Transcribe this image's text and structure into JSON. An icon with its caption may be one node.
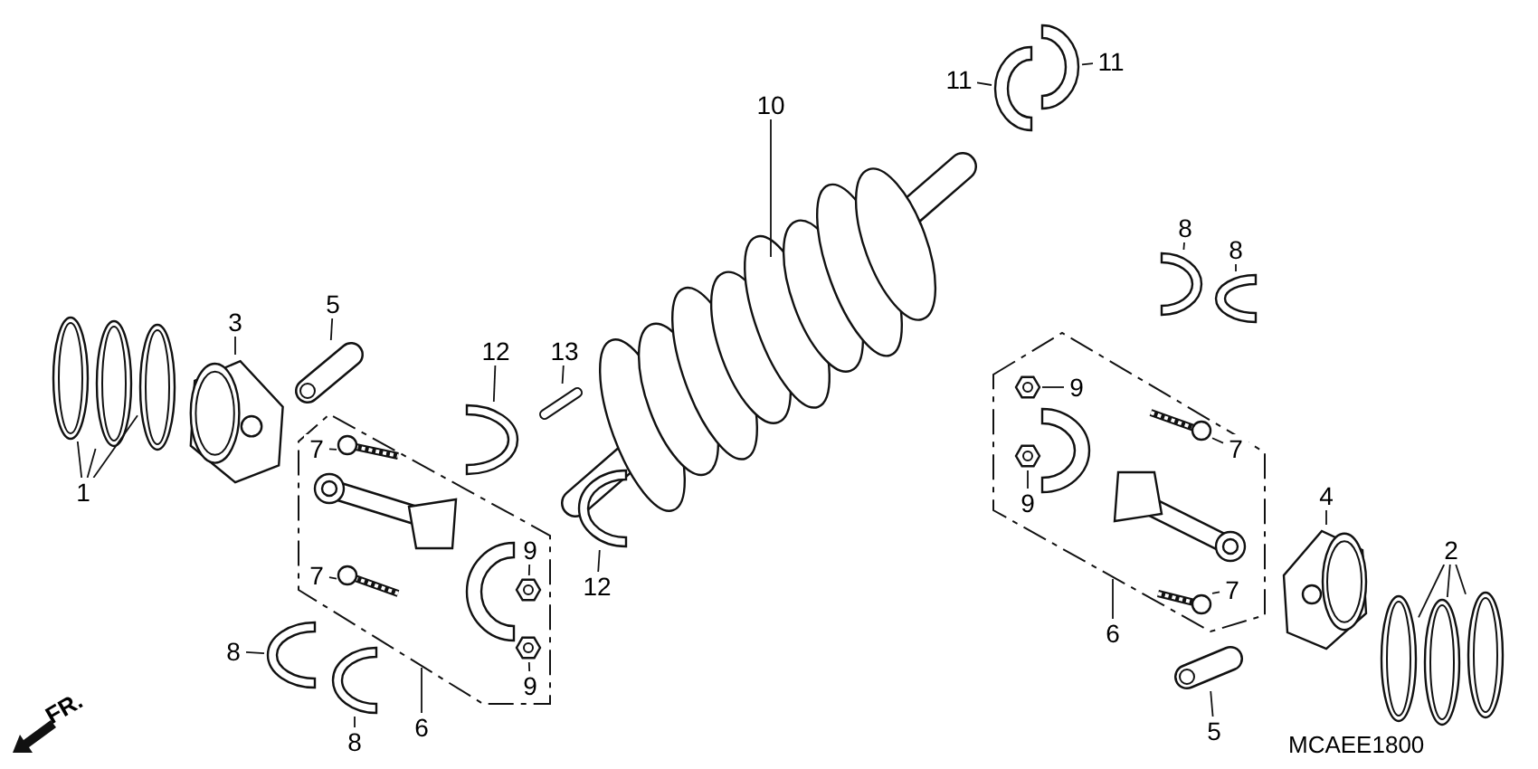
{
  "diagram": {
    "nodes": [
      {
        "text": [
          "1"
        ]
      },
      {
        "text": [],
        "shape": "picture"
      },
      {
        "text": [],
        "shape": "picture"
      },
      {
        "text": [],
        "shape": "picture"
      },
      {
        "text": [
          "3"
        ]
      },
      {
        "text": [],
        "shape": "picture"
      },
      {
        "text": [
          "5"
        ]
      },
      {
        "text": [],
        "shape": "picture"
      },
      {
        "text": [],
        "shape": "box"
      },
      {
        "text": [
          "7"
        ],
        "in": 8
      },
      {
        "text": [],
        "shape": "picture",
        "in": 8
      },
      {
        "text": [],
        "shape": "picture",
        "in": 8
      },
      {
        "text": [
          "7"
        ],
        "in": 8
      },
      {
        "text": [],
        "shape": "picture",
        "in": 8
      },
      {
        "text": [],
        "shape": "picture",
        "in": 8
      },
      {
        "text": [
          "9"
        ],
        "in": 8
      },
      {
        "text": [],
        "shape": "picture",
        "in": 8
      },
      {
        "text": [],
        "shape": "picture",
        "in": 8
      },
      {
        "text": [
          "9"
        ],
        "in": 8
      },
      {
        "text": [
          "6"
        ]
      },
      {
        "text": [
          "8"
        ]
      },
      {
        "text": [],
        "shape": "picture"
      },
      {
        "text": [],
        "shape": "picture"
      },
      {
        "text": [
          "8"
        ]
      },
      {
        "text": [
          "12"
        ]
      },
      {
        "text": [],
        "shape": "picture"
      },
      {
        "text": [
          "13"
        ]
      },
      {
        "text": [],
        "shape": "picture"
      },
      {
        "text": [],
        "shape": "picture"
      },
      {
        "text": [
          "10"
        ]
      },
      {
        "text": [],
        "shape": "picture"
      },
      {
        "text": [
          "12"
        ]
      },
      {
        "text": [
          "11"
        ]
      },
      {
        "text": [],
        "shape": "picture"
      },
      {
        "text": [],
        "shape": "picture"
      },
      {
        "text": [
          "11"
        ]
      },
      {
        "text": [
          "8"
        ]
      },
      {
        "text": [],
        "shape": "picture"
      },
      {
        "text": [
          "8"
        ]
      },
      {
        "text": [],
        "shape": "picture"
      },
      {
        "text": [],
        "shape": "box"
      },
      {
        "text": [],
        "shape": "picture",
        "in": 40
      },
      {
        "text": [
          "9"
        ],
        "in": 40
      },
      {
        "text": [],
        "shape": "picture",
        "in": 40
      },
      {
        "text": [],
        "shape": "picture",
        "in": 40
      },
      {
        "text": [
          "9"
        ],
        "in": 40
      },
      {
        "text": [],
        "shape": "picture",
        "in": 40
      },
      {
        "text": [
          "7"
        ],
        "in": 40
      },
      {
        "text": [],
        "shape": "picture",
        "in": 40
      },
      {
        "text": [],
        "shape": "picture",
        "in": 40
      },
      {
        "text": [
          "7"
        ],
        "in": 40
      },
      {
        "text": [
          "6"
        ]
      },
      {
        "text": [
          "4"
        ]
      },
      {
        "text": [],
        "shape": "picture"
      },
      {
        "text": [],
        "shape": "picture"
      },
      {
        "text": [
          "5"
        ]
      },
      {
        "text": [
          "2"
        ]
      },
      {
        "text": [],
        "shape": "picture"
      },
      {
        "text": [],
        "shape": "picture"
      },
      {
        "text": [],
        "shape": "picture"
      }
    ],
    "edges": [
      {
        "from": 0,
        "to": 1,
        "arrow": "none"
      },
      {
        "from": 0,
        "to": 2,
        "arrow": "none"
      },
      {
        "from": 0,
        "to": 3,
        "arrow": "none"
      },
      {
        "from": 4,
        "to": 5,
        "arrow": "none"
      },
      {
        "from": 6,
        "to": 7,
        "arrow": "none"
      },
      {
        "from": 9,
        "to": 10,
        "arrow": "none"
      },
      {
        "from": 12,
        "to": 13,
        "arrow": "none"
      },
      {
        "from": 15,
        "to": 16,
        "arrow": "none"
      },
      {
        "from": 18,
        "to": 17,
        "arrow": "none"
      },
      {
        "from": 19,
        "to": 8,
        "arrow": "none"
      },
      {
        "from": 20,
        "to": 21,
        "arrow": "none"
      },
      {
        "from": 23,
        "to": 22,
        "arrow": "none"
      },
      {
        "from": 24,
        "to": 25,
        "arrow": "none"
      },
      {
        "from": 26,
        "to": 27,
        "arrow": "none"
      },
      {
        "from": 29,
        "to": 28,
        "arrow": "none"
      },
      {
        "from": 31,
        "to": 30,
        "arrow": "none"
      },
      {
        "from": 32,
        "to": 33,
        "arrow": "none"
      },
      {
        "from": 35,
        "to": 34,
        "arrow": "none"
      },
      {
        "from": 36,
        "to": 37,
        "arrow": "none"
      },
      {
        "from": 38,
        "to": 39,
        "arrow": "none"
      },
      {
        "from": 42,
        "to": 41,
        "arrow": "none"
      },
      {
        "from": 45,
        "to": 44,
        "arrow": "none"
      },
      {
        "from": 47,
        "to": 46,
        "arrow": "none"
      },
      {
        "from": 50,
        "to": 49,
        "arrow": "none"
      },
      {
        "from": 51,
        "to": 40,
        "arrow": "none"
      },
      {
        "from": 52,
        "to": 53,
        "arrow": "none"
      },
      {
        "from": 55,
        "to": 54,
        "arrow": "none"
      },
      {
        "from": 56,
        "to": 57,
        "arrow": "none"
      },
      {
        "from": 56,
        "to": 58,
        "arrow": "none"
      },
      {
        "from": 56,
        "to": 59,
        "arrow": "none"
      }
    ],
    "labels": [
      "FR.",
      "MCAEE1800"
    ]
  }
}
